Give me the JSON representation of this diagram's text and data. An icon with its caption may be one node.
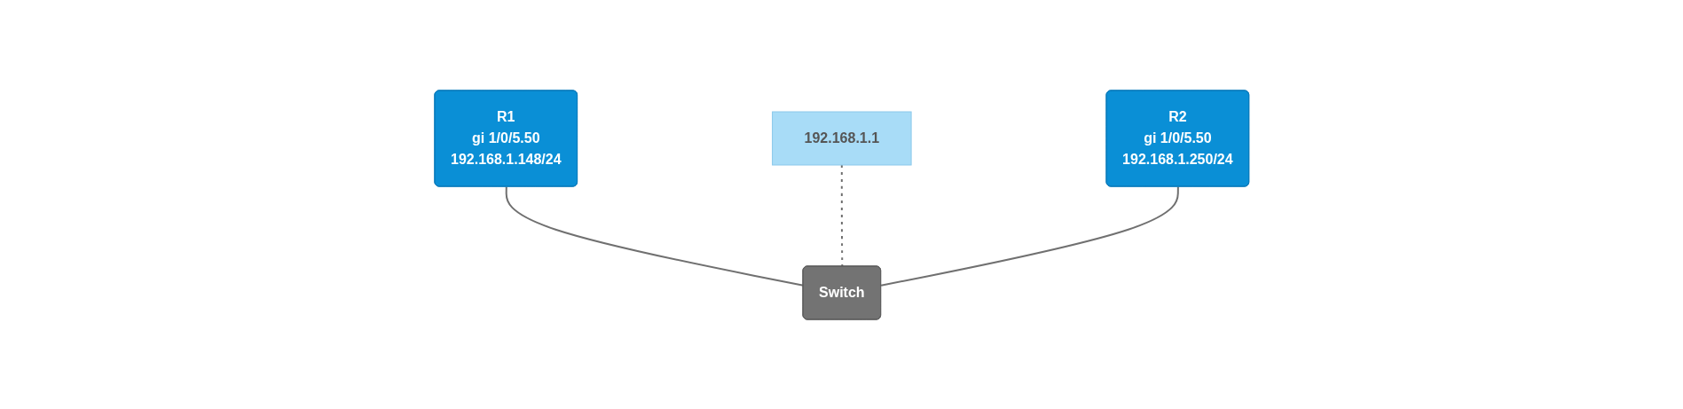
{
  "diagram": {
    "nodes": [
      {
        "text": [
          "R1",
          "gi 1/0/5.50",
          "192.168.1.148/24"
        ]
      },
      {
        "text": [
          "192.168.1.1"
        ]
      },
      {
        "text": [
          "R2",
          "gi 1/0/5.50",
          "192.168.1.250/24"
        ]
      },
      {
        "text": [
          "Switch"
        ]
      }
    ],
    "edges": [
      {
        "from": 0,
        "to": 3,
        "arrow": "none"
      },
      {
        "from": 1,
        "to": 3,
        "arrow": "none",
        "style": "dashed"
      },
      {
        "from": 2,
        "to": 3,
        "arrow": "none"
      }
    ]
  }
}
